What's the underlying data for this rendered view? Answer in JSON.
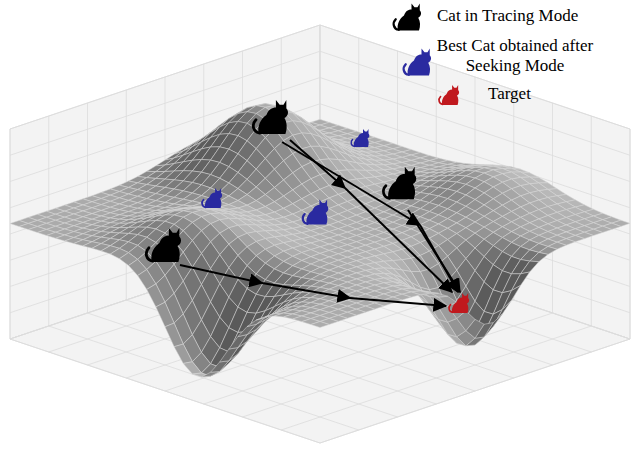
{
  "diagram": {
    "legend": [
      {
        "text": "Cat in Tracing Mode"
      },
      {
        "text": "Best Cat obtained after Seeking Mode"
      },
      {
        "text": "Target"
      }
    ]
  }
}
